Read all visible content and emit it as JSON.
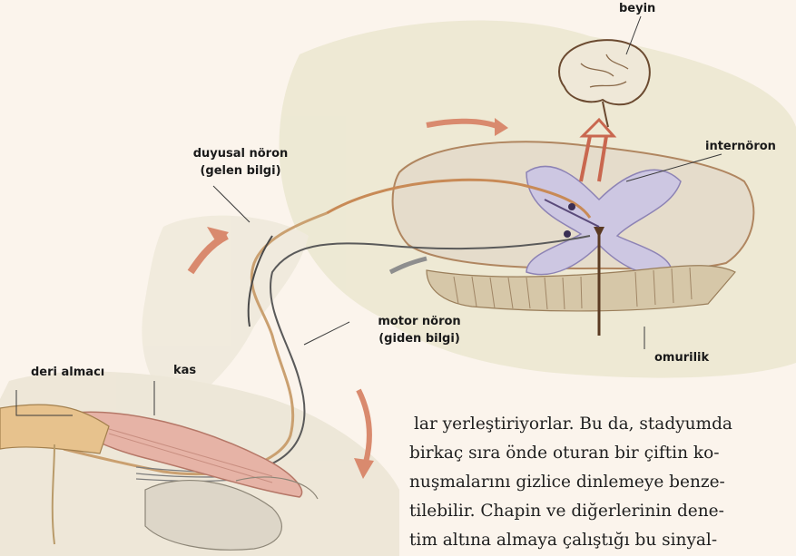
{
  "labels": {
    "beyin": "beyin",
    "internoron": "internöron",
    "duyusal_noron": "duyusal nöron",
    "duyusal_noron_sub": "(gelen bilgi)",
    "motor_noron": "motor nöron",
    "motor_noron_sub": "(giden bilgi)",
    "omurilik": "omurilik",
    "deri_almaci": "deri almacı",
    "kas": "kas"
  },
  "body_text": {
    "lines": [
      "lar yerleştiriyorlar. Bu da, stadyumda",
      "birkaç sıra önde oturan bir çiftin ko-",
      "nuşmalarını gizlice dinlemeye benze-",
      "tilebilir. Chapin ve diğerlerinin dene-",
      "tim altına almaya çalıştığı bu sinyal-"
    ]
  }
}
